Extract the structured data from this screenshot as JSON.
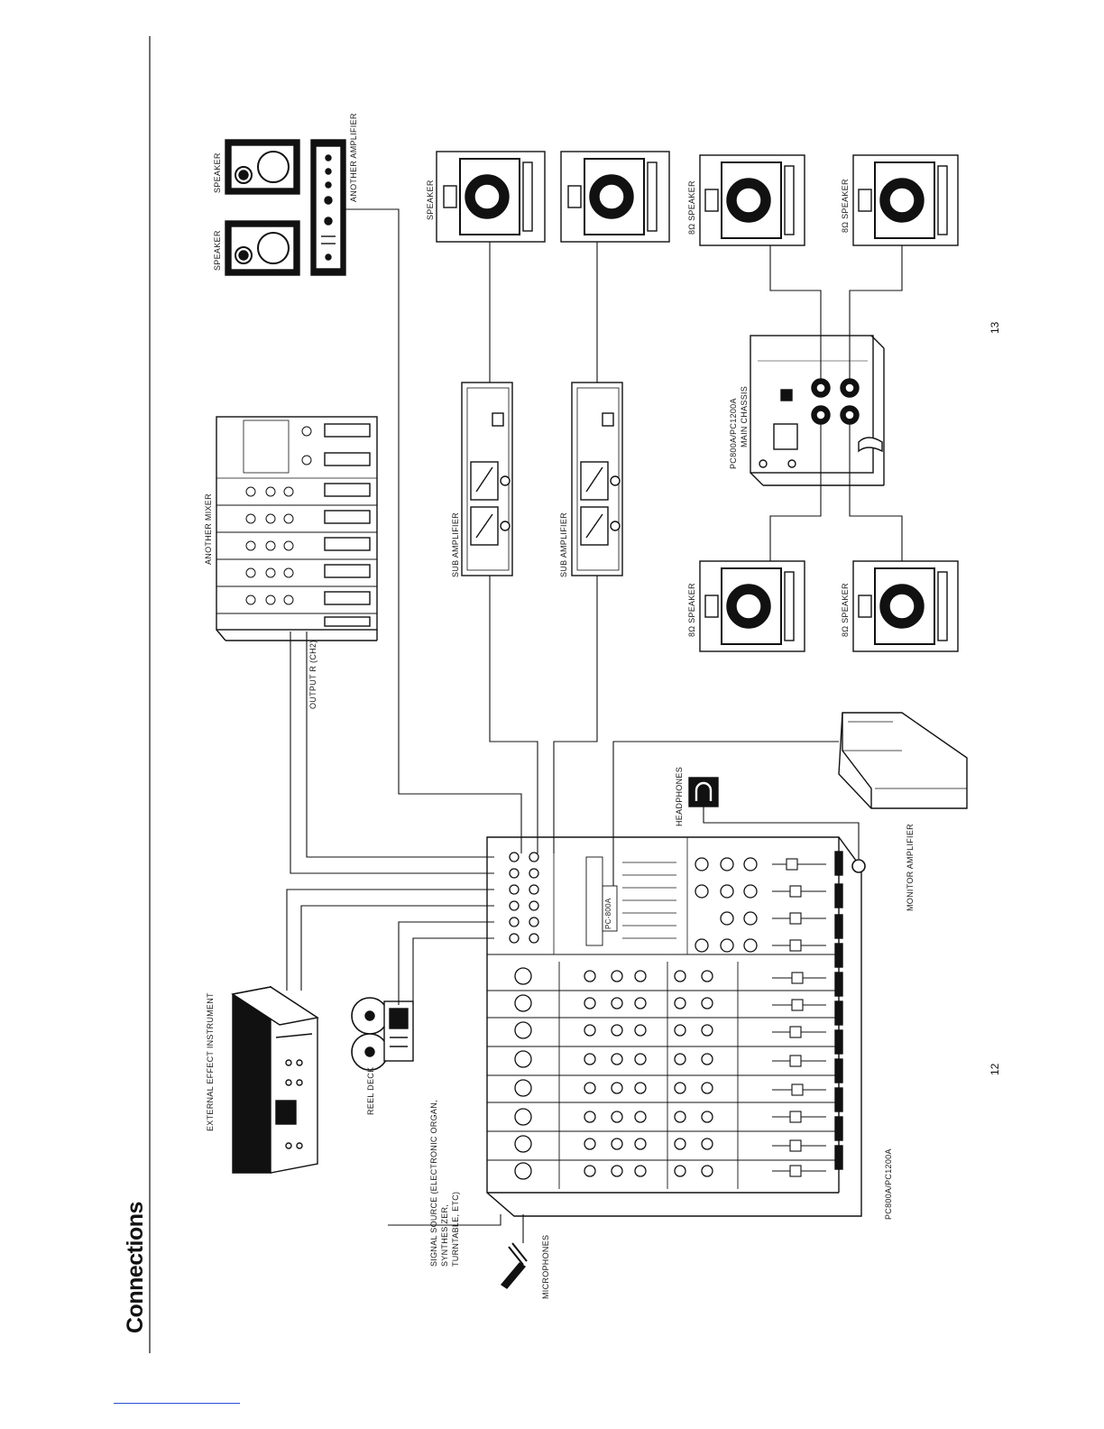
{
  "page": {
    "title": "Connections",
    "page_left": "12",
    "page_right": "13"
  },
  "labels": {
    "speaker_a": "SPEAKER",
    "speaker_b": "SPEAKER",
    "another_amplifier": "ANOTHER AMPLIFIER",
    "speaker_c": "SPEAKER",
    "speaker_8_a": "8Ω SPEAKER",
    "speaker_8_b": "8Ω SPEAKER",
    "speaker_8_c": "8Ω SPEAKER",
    "speaker_8_d": "8Ω SPEAKER",
    "another_mixer": "ANOTHER MIXER",
    "output_r": "OUTPUT R (CH2)",
    "sub_amp_a": "SUB AMPLIFIER",
    "sub_amp_b": "SUB AMPLIFIER",
    "main_chassis_1": "PC800A/PC1200A",
    "main_chassis_2": "MAIN CHASSIS",
    "headphones": "HEADPHONES",
    "monitor_amplifier": "MONITOR AMPLIFIER",
    "external_effect": "EXTERNAL EFFECT INSTRUMENT",
    "reel_deck": "REEL DECK",
    "signal_source_1": "SIGNAL SOURCE (ELECTRONIC ORGAN,",
    "signal_source_2": "SYNTHESIZER,",
    "signal_source_3": "TURNTABLE, ETC)",
    "microphones": "MICROPHONES",
    "mixer_model": "PC800A/PC1200A",
    "mixer_badge": "PC-800A"
  }
}
